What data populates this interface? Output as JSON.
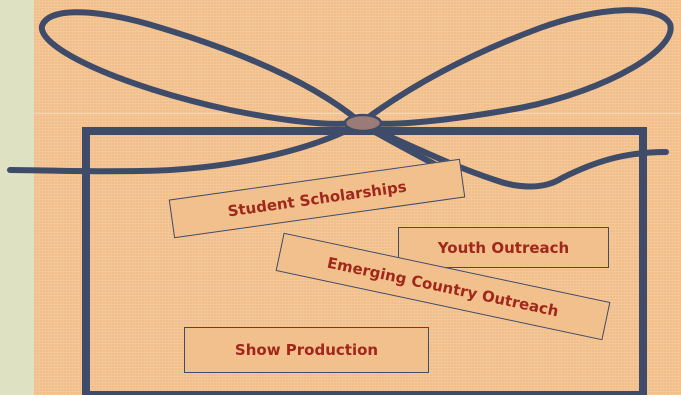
{
  "slide": {
    "labels": {
      "scholarships": "Student Scholarships",
      "youth": "Youth Outreach",
      "emerging": "Emerging Country Outreach",
      "show": "Show Production"
    }
  },
  "colors": {
    "background": "#f2bf8b",
    "side_band": "#dee2c3",
    "ribbon": "#3e4b69",
    "label_text": "#a1271b"
  },
  "icons": {
    "bow": "bow-icon"
  }
}
